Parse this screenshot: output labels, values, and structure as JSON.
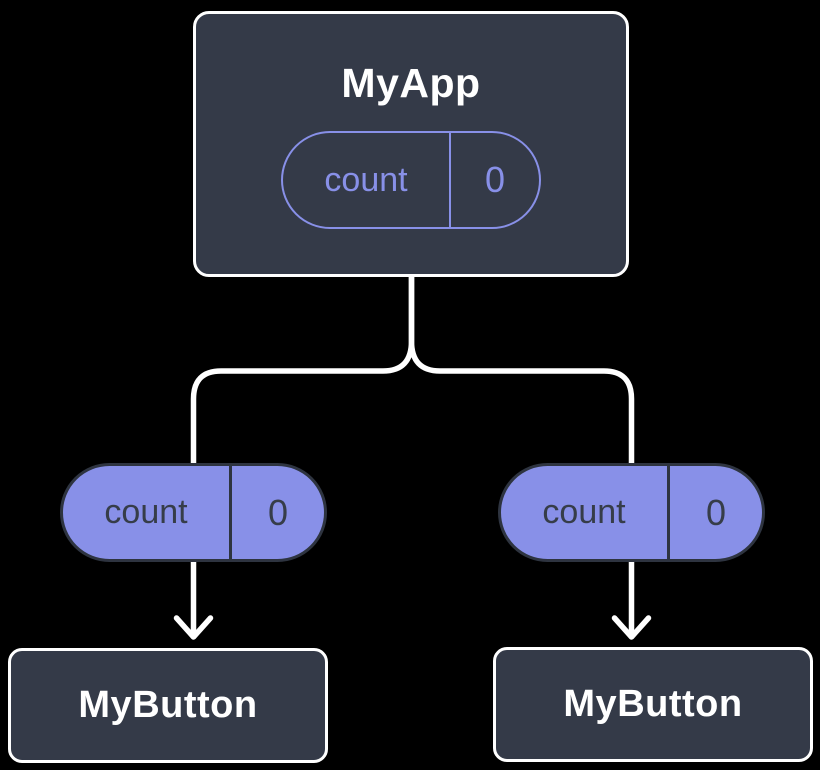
{
  "diagram": {
    "description": "Component tree: parent state passed down as props to two children",
    "colors": {
      "background": "#000000",
      "component_fill": "#343A48",
      "component_border": "#FFFFFF",
      "component_text": "#FFFFFF",
      "accent_purple": "#8890E8",
      "pill_dark_border": "#2E3440",
      "pill_dark_text": "#363D49",
      "connector": "#FFFFFF"
    },
    "root": {
      "title": "MyApp",
      "state": {
        "name": "count",
        "value": "0"
      }
    },
    "children": [
      {
        "title": "MyButton",
        "prop": {
          "name": "count",
          "value": "0"
        }
      },
      {
        "title": "MyButton",
        "prop": {
          "name": "count",
          "value": "0"
        }
      }
    ]
  }
}
